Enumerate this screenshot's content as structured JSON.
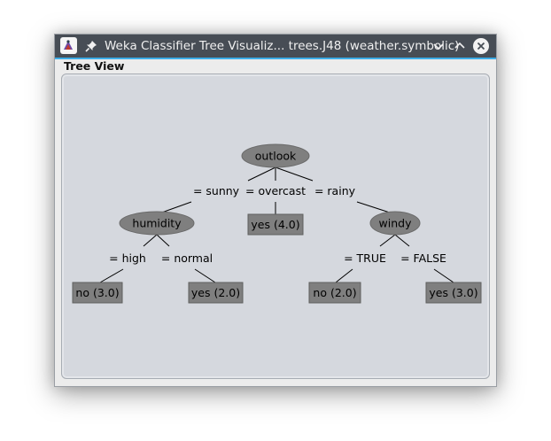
{
  "window": {
    "title": "Weka Classifier Tree Visualiz... trees.J48 (weather.symbolic)",
    "panel_label": "Tree View",
    "colors": {
      "titlebar": "#474d55",
      "accent": "#3daee9",
      "canvas": "#d5d8de",
      "node_fill": "#7f7f7f"
    },
    "icons": [
      "weka-app-icon",
      "pin-icon",
      "minimize-icon",
      "maximize-icon",
      "close-icon"
    ]
  },
  "tree": {
    "nodes": {
      "outlook": "outlook",
      "humidity": "humidity",
      "windy": "windy"
    },
    "leaves": {
      "humidity_high": "no (3.0)",
      "humidity_normal": "yes (2.0)",
      "outlook_overcast": "yes (4.0)",
      "windy_true": "no (2.0)",
      "windy_false": "yes (3.0)"
    },
    "edges": {
      "outlook_sunny": "= sunny",
      "outlook_overcast": "= overcast",
      "outlook_rainy": "= rainy",
      "humidity_high": "= high",
      "humidity_normal": "= normal",
      "windy_true": "= TRUE",
      "windy_false": "= FALSE"
    }
  }
}
